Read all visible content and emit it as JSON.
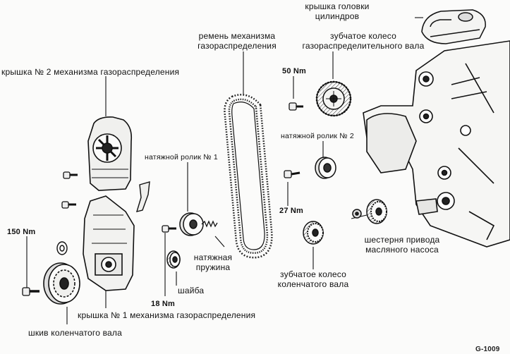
{
  "labels": {
    "cylinder_head_cover": "крышка головки\nцилиндров",
    "timing_belt": "ремень механизма\nгазораспределения",
    "camshaft_gear": "зубчатое колесо\nгазораспределительного вала",
    "timing_cover_2": "крышка № 2 механизма газораспределения",
    "torque_50": "50 Nm",
    "idler_pulley_2": "натяжной ролик № 2",
    "idler_pulley_1": "натяжной ролик № 1",
    "torque_27": "27 Nm",
    "torque_150": "150 Nm",
    "oil_pump_gear": "шестерня привода\nмасляного насоса",
    "tension_spring": "натяжная\nпружина",
    "crank_gear": "зубчатое колесо\nколенчатого вала",
    "washer": "шайба",
    "torque_18": "18 Nm",
    "timing_cover_1": "крышка № 1 механизма газораспределения",
    "crank_pulley": "шкив коленчатого вала",
    "figure_ref": "G-1009"
  }
}
